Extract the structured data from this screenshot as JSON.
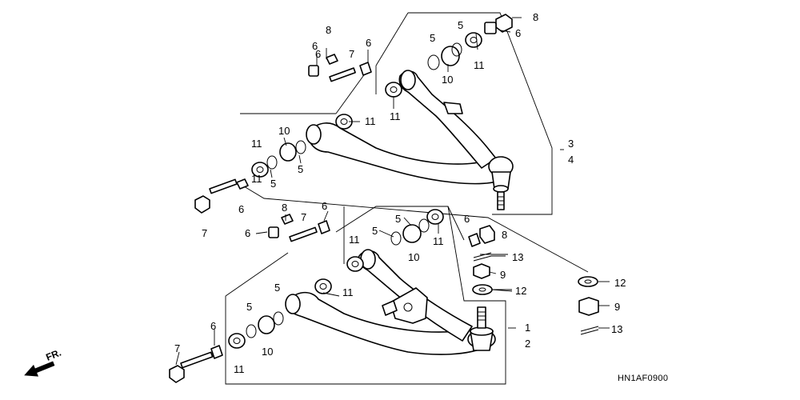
{
  "callouts": {
    "upper": [
      "8",
      "6",
      "6",
      "7",
      "6",
      "5",
      "5",
      "10",
      "11",
      "8",
      "6",
      "11",
      "11",
      "11",
      "10",
      "11",
      "5",
      "5",
      "3",
      "4",
      "7",
      "6"
    ],
    "lower": [
      "6",
      "8",
      "7",
      "6",
      "5",
      "5",
      "11",
      "11",
      "10",
      "6",
      "8",
      "13",
      "9",
      "12",
      "11",
      "5",
      "5",
      "6",
      "10",
      "7",
      "11",
      "1",
      "2",
      "12",
      "9",
      "13"
    ]
  },
  "front_arrow_label": "FR.",
  "diagram_code": "HN1AF0900"
}
